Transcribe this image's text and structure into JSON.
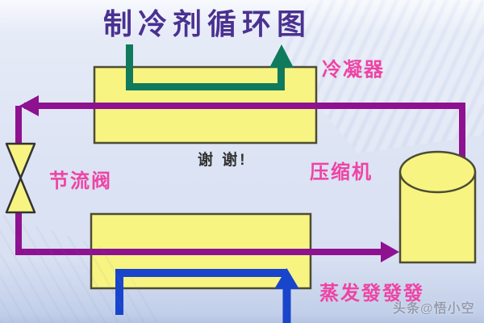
{
  "title": "制冷剂循环图",
  "labels": {
    "condenser": "冷凝器",
    "compressor": "压缩机",
    "throttle_valve": "节流阀",
    "evaporator": "蒸发發發發",
    "center_note": "谢 谢!",
    "watermark": "头条@悟小空"
  },
  "colors": {
    "title_text": "#4a3190",
    "label_magenta": "#ee44a4",
    "note_text": "#333333",
    "watermark_text": "#8d93a6",
    "pipe_purple": "#8e1190",
    "water_in_green": "#107a5c",
    "water_out_blue": "#1845cb",
    "component_fill": "#f7f482",
    "component_outline": "#4c4c33",
    "valve_outline": "#333333",
    "background": "#dde4f4"
  },
  "diagram": {
    "type": "refrigeration-cycle",
    "components": [
      "冷凝器",
      "压缩机",
      "节流阀",
      "蒸发發發發"
    ],
    "refrigerant_flow": "compressor → condenser → throttle valve → evaporator → compressor"
  }
}
